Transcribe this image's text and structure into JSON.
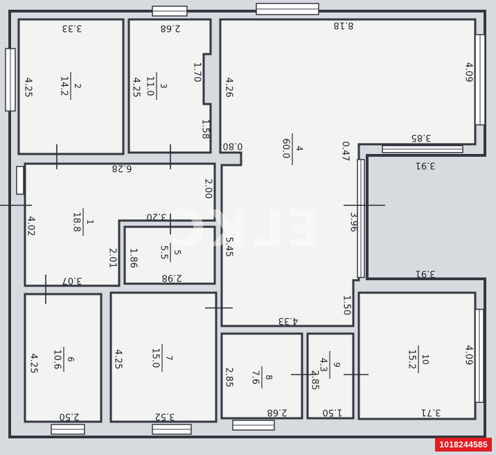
{
  "watermark": "ЕГКС",
  "listing_id": "1018244585",
  "rooms": [
    {
      "num": "1",
      "area": "18.8"
    },
    {
      "num": "2",
      "area": "14.2"
    },
    {
      "num": "3",
      "area": "11.0"
    },
    {
      "num": "4",
      "area": "60.0"
    },
    {
      "num": "5",
      "area": "5.5"
    },
    {
      "num": "6",
      "area": "10.6"
    },
    {
      "num": "7",
      "area": "15.0"
    },
    {
      "num": "8",
      "area": "7.6"
    },
    {
      "num": "9",
      "area": "4.3"
    },
    {
      "num": "10",
      "area": "15.2"
    }
  ],
  "dims": {
    "r2_top": "3.33",
    "r2_side": "4.25",
    "r3_top": "2.68",
    "r3_side": "4.25",
    "r3_a": "1.70",
    "r3_b": "1.58",
    "r4_top": "8.18",
    "r4_left": "4.26",
    "r4_right": "4.09",
    "r4_step": "3.85",
    "r4_a": "0.80",
    "r4_b": "0.47",
    "r4_c": "3.91",
    "r4_d": "3.96",
    "r4_e": "3.91",
    "r4_f": "1.50",
    "r4_bottom": "4.33",
    "r4_g": "5.45",
    "r1_top": "6.28",
    "r1_left": "4.02",
    "r1_a": "2.00",
    "r1_b": "3.20",
    "r1_c": "2.01",
    "r1_bottom": "3.07",
    "r5_side": "1.86",
    "r5_bottom": "2.98",
    "r6_side": "4.25",
    "r6_bottom": "2.50",
    "r7_side": "4.25",
    "r7_bottom": "3.52",
    "r8_side": "2.85",
    "r8_bottom": "2.68",
    "r9_side": "2.85",
    "r9_bottom": "1.50",
    "r10_side": "4.09",
    "r10_bottom": "3.71"
  }
}
